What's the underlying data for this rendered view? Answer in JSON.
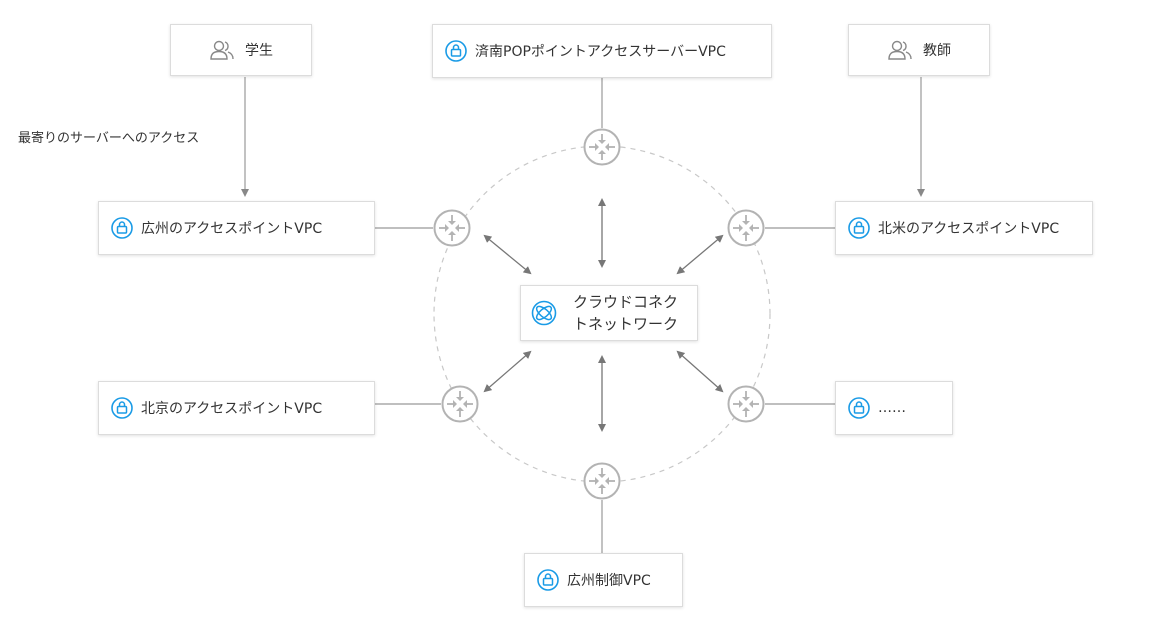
{
  "users": {
    "student": "学生",
    "teacher": "教師"
  },
  "annotation": "最寄りのサーバーへのアクセス",
  "center": {
    "line1": "クラウドコネク",
    "line2": "トネットワーク"
  },
  "vpcs": {
    "top": "済南POPポイントアクセスサーバーVPC",
    "guangzhou_access": "広州のアクセスポイントVPC",
    "beimei_access": "北米のアクセスポイントVPC",
    "beijing_access": "北京のアクセスポイントVPC",
    "more": "……",
    "guangzhou_control": "広州制御VPC"
  },
  "colors": {
    "accent": "#1a9be6",
    "router": "#b3b3b3",
    "line": "#999999",
    "dashed_circle": "#c8c8c8",
    "arrow": "#777777"
  },
  "icons": {
    "vpc": "lock-icon",
    "user": "users-icon",
    "center": "ccn-icon",
    "router": "router-icon"
  }
}
